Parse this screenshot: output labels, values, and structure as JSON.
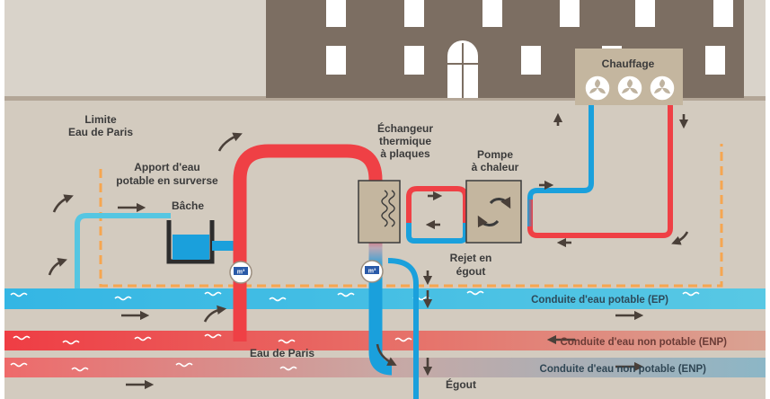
{
  "labels": {
    "limite_line1": "Limite",
    "limite_line2": "Eau de Paris",
    "apport_line1": "Apport d'eau",
    "apport_line2": "potable en surverse",
    "bache": "Bâche",
    "echangeur_line1": "Échangeur",
    "echangeur_line2": "thermique",
    "echangeur_line3": "à plaques",
    "pompe_line1": "Pompe",
    "pompe_line2": "à chaleur",
    "chauffage": "Chauffage",
    "rejet_line1": "Rejet en",
    "rejet_line2": "égout",
    "eau_de_paris": "Eau de Paris",
    "egout": "Égout"
  },
  "pipes": {
    "ep": "Conduite d'eau potable (EP)",
    "enp1": "Conduite d'eau non potable (ENP)",
    "enp2": "Conduite d'eau non potable (ENP)"
  },
  "meter_text": "m³",
  "colors": {
    "background": "#d3cbbf",
    "building": "#7c6e62",
    "ground_line": "#a89a8b",
    "blue": "#19a3de",
    "light_blue": "#55c6e2",
    "red": "#ef4045",
    "orange_dashed": "#f6a650",
    "arrow": "#4a4039",
    "unit_box": "#c4b69f",
    "enp_grey": "#9fa2a6"
  }
}
